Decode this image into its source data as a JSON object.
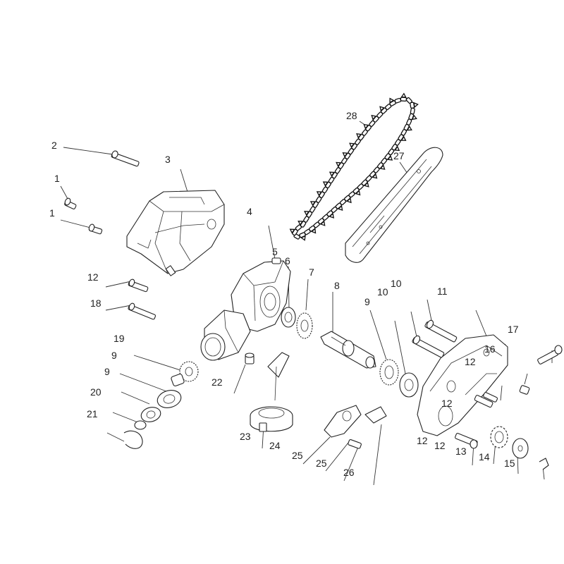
{
  "callouts": [
    "1",
    "1",
    "2",
    "3",
    "4",
    "5",
    "6",
    "7",
    "8",
    "9",
    "9",
    "9",
    "10",
    "10",
    "11",
    "12",
    "12",
    "12",
    "12",
    "12",
    "13",
    "14",
    "15",
    "16",
    "17",
    "18",
    "19",
    "20",
    "21",
    "22",
    "23",
    "24",
    "25",
    "25",
    "26",
    "27",
    "28"
  ]
}
